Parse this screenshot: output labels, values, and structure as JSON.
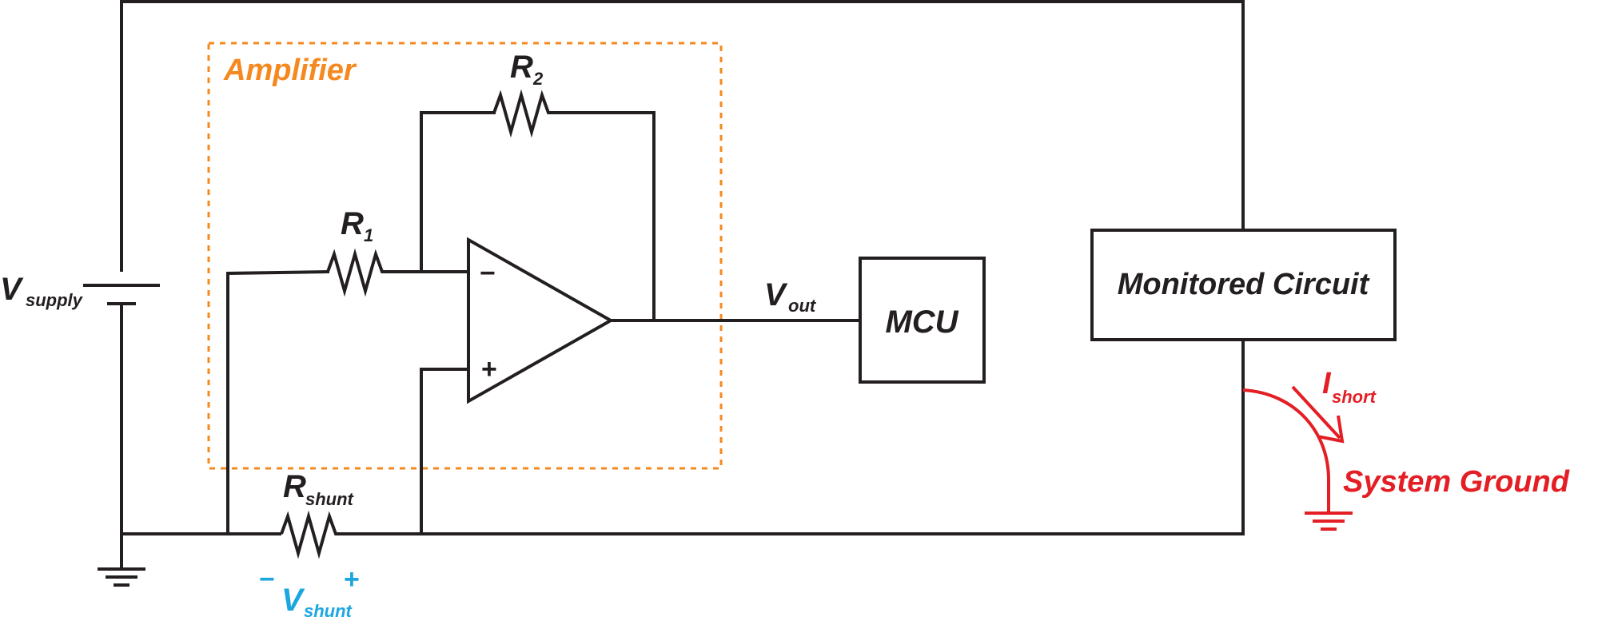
{
  "colors": {
    "wire": "#231f20",
    "amplifier_box": "#f5891f",
    "fault": "#e31e24",
    "shunt_voltage": "#1ba6e0"
  },
  "labels": {
    "amplifier": "Amplifier",
    "r2_main": "R",
    "r2_sub": "2",
    "r1_main": "R",
    "r1_sub": "1",
    "vsupply_main": "V",
    "vsupply_sub": "supply",
    "vout_main": "V",
    "vout_sub": "out",
    "mcu": "MCU",
    "monitored_circuit": "Monitored Circuit",
    "ishort_main": "I",
    "ishort_sub": "short",
    "system_ground": "System Ground",
    "rshunt_main": "R",
    "rshunt_sub": "shunt",
    "vshunt_minus": "−",
    "vshunt_plus": "+",
    "vshunt_main": "V",
    "vshunt_sub": "shunt",
    "opamp_minus": "−",
    "opamp_plus": "+"
  }
}
